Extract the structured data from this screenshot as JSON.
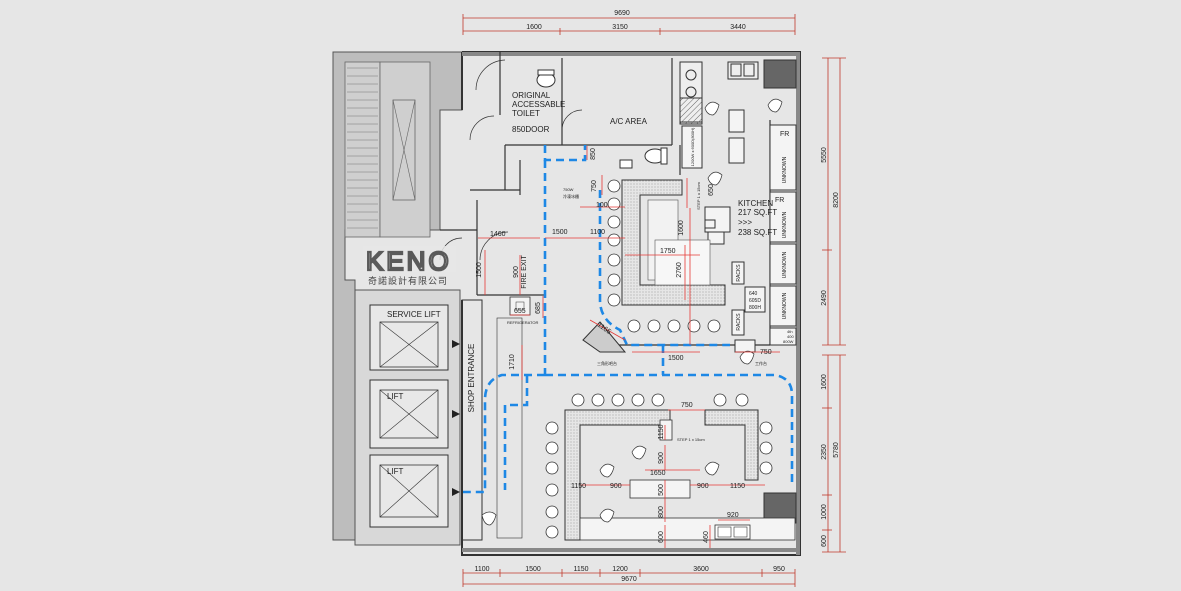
{
  "top_dims": {
    "overall": "9690",
    "seg1": "1600",
    "seg2": "3150",
    "seg3": "3440"
  },
  "bottom_dims": {
    "overall": "9670",
    "s1": "1100",
    "s2": "1500",
    "s3": "1150",
    "s4": "1200",
    "s5": "3600",
    "s6": "950"
  },
  "right_dims": {
    "upper_total": "8200",
    "lower_total": "5780",
    "r1": "5550",
    "r2": "2490",
    "r3": "1600",
    "r4": "2350",
    "r5": "1000",
    "r6": "600"
  },
  "rooms": {
    "toilet": [
      "ORIGINAL",
      "ACCESSABLE",
      "TOILET",
      "850DOOR"
    ],
    "ac_area": "A/C AREA",
    "kitchen": [
      "KITCHEN",
      "217 SQ.FT",
      ">>>",
      "238 SQ.FT"
    ],
    "service_lift": "SERVICE LIFT",
    "lift1": "LIFT",
    "lift2": "LIFT",
    "shop_entrance": "SHOP ENTRANCE",
    "fire_exit": "FIRE EXIT"
  },
  "logo": {
    "mark": "KENO",
    "subtitle": "奇諾設計有限公司"
  },
  "kitchen_labels": {
    "fr1": "FR",
    "fr2": "FR",
    "racks1": "RACKS",
    "racks2": "RACKS",
    "unknown1": "UNKNOWN",
    "unknown2": "UNKNOWN",
    "unknown3": "UNKNOWN",
    "unknown4": "UNKNOWN",
    "box_a": "640",
    "box_b": "605D",
    "box_c": "800H",
    "equip": "1200W x 600D(800H)",
    "step_upper": "STEP 1 x 15cm",
    "step_lower": "STEP 1 x 15cm",
    "small1": "750W",
    "small2": "冷凍冰櫃",
    "refrigerator": "REFRIGERATOR",
    "counter_label": "三角形吧台",
    "cabinet_label": "工作台",
    "dim_4x": "4th",
    "dim_4x2": "400",
    "dim_4x3": "800W"
  },
  "red_dims": {
    "d850": "850",
    "d750a": "750",
    "d650": "650",
    "d100": "100",
    "d1100": "1100",
    "d1500a": "1500",
    "d1460": "1460",
    "d1500b": "1500",
    "d900a": "900",
    "d655": "655",
    "d685": "685",
    "d1600": "1600",
    "d1750": "1750",
    "d2760": "2760",
    "d1165": "1165",
    "d1500c": "1500",
    "d750b": "750",
    "d1710": "1710",
    "d750c": "750",
    "d1150a": "1150",
    "d900b": "900",
    "d1650": "1650",
    "d1150b": "1150",
    "d900c": "900",
    "d1150c": "1150",
    "d900d": "900",
    "d500": "500",
    "d800": "800",
    "d600": "600",
    "d920": "920",
    "d460": "460"
  }
}
